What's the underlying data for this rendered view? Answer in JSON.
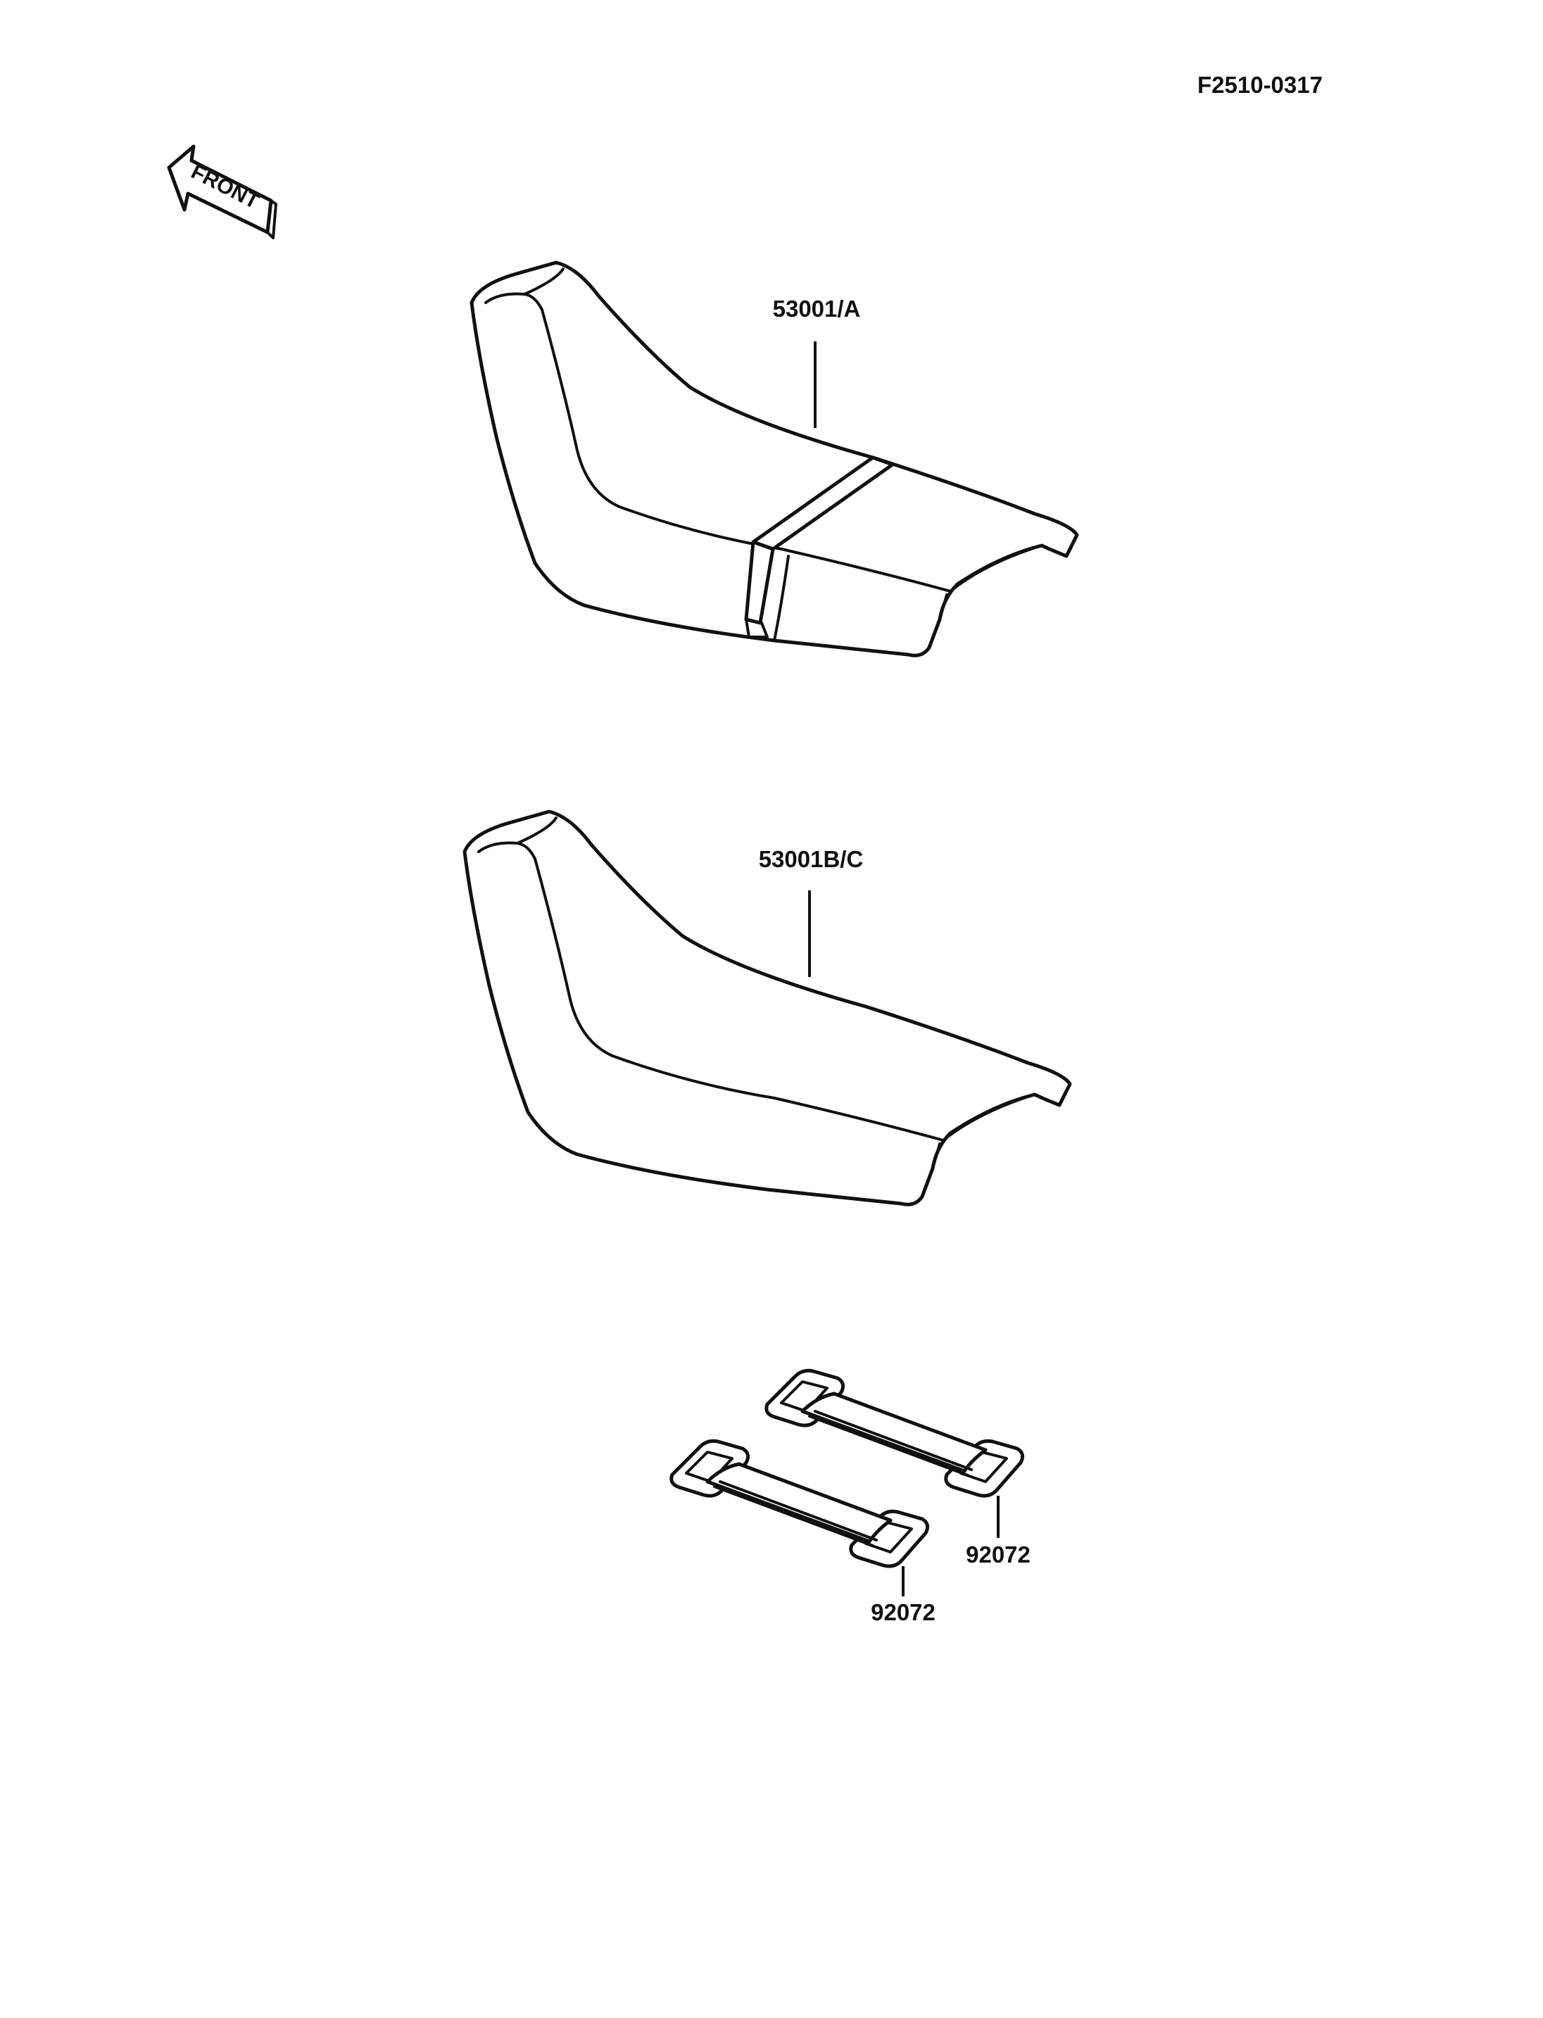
{
  "diagram_code": "F2510-0317",
  "front_arrow": {
    "label": "FRONT",
    "icon": "front-direction-arrow-icon"
  },
  "parts": [
    {
      "id": "seat-a",
      "label": "53001/A",
      "icon": "seat-with-strap-icon"
    },
    {
      "id": "seat-bc",
      "label": "53001B/C",
      "icon": "seat-icon"
    },
    {
      "id": "strap-upper",
      "label": "92072",
      "icon": "seat-strap-icon"
    },
    {
      "id": "strap-lower",
      "label": "92072",
      "icon": "seat-strap-icon"
    }
  ],
  "colors": {
    "line": "#111111",
    "background": "#ffffff"
  }
}
